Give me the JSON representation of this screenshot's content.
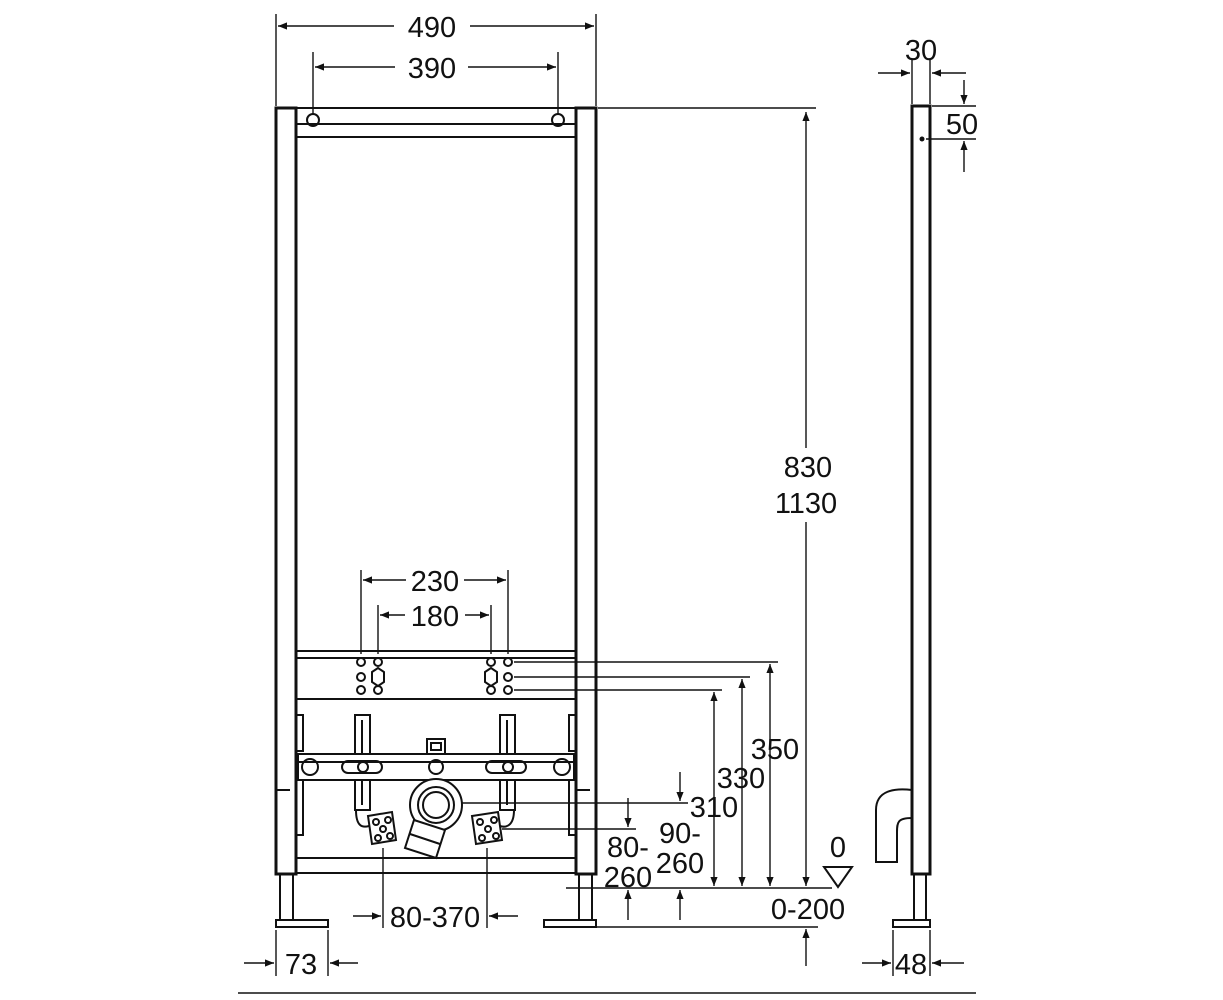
{
  "dimensions": {
    "frame_width": "490",
    "hanger_spacing": "390",
    "depth": "30",
    "top_offset": "50",
    "height_short": "830",
    "height_tall": "1130",
    "inlet_outer": "230",
    "inlet_inner": "180",
    "height_350": "350",
    "height_330": "330",
    "height_310": "310",
    "range_90_260_a": "90-",
    "range_90_260_b": "260",
    "range_80_260_a": "80-",
    "range_80_260_b": "260",
    "zero_level": "0",
    "foot_adjust": "0-200",
    "drain_spacing": "80-370",
    "foot_width": "73",
    "foot_depth": "48"
  },
  "colors": {
    "line": "#111111",
    "background": "#ffffff"
  }
}
